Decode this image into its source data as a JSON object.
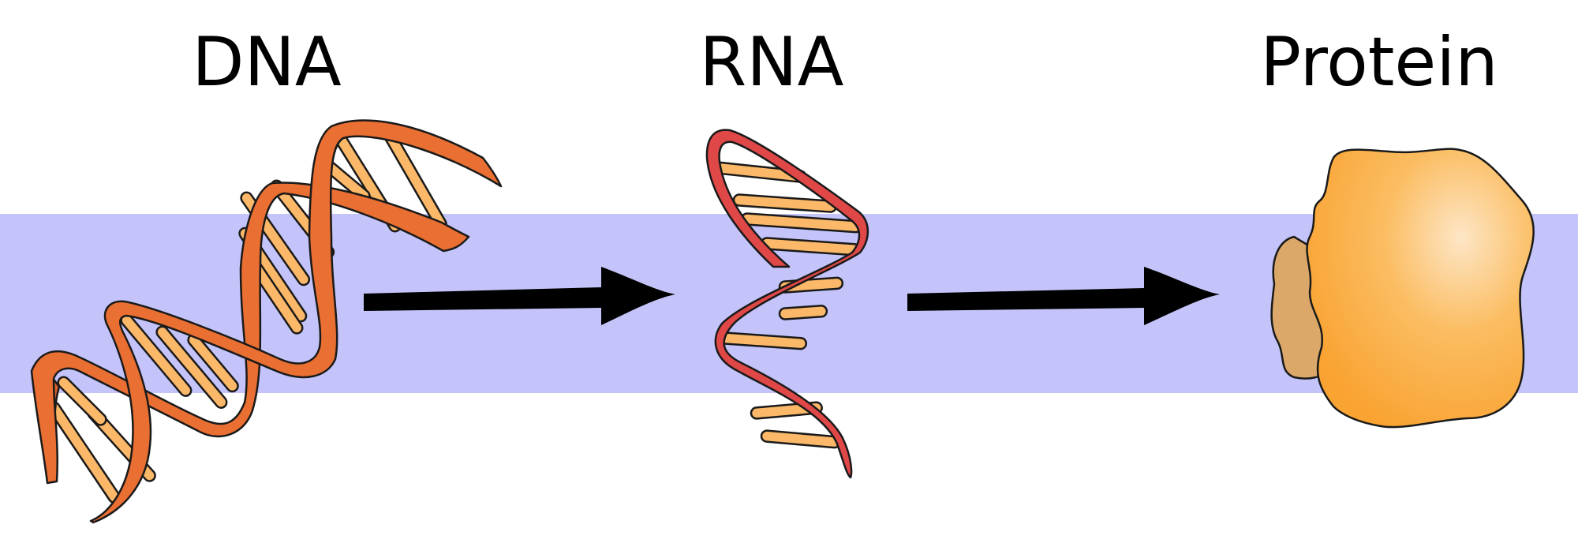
{
  "labels": {
    "dna": "DNA",
    "rna": "RNA",
    "protein": "Protein"
  },
  "colors": {
    "band": "#c4c4fa",
    "dna_backbone": "#e96f32",
    "rna_backbone": "#e04848",
    "base_pair": "#fbb869",
    "protein_main": "#fba83a",
    "protein_highlight": "#fde3c0",
    "protein_shadow": "#dba86a",
    "arrow": "#000000",
    "outline": "#1a1a1a"
  },
  "icons": [
    "dna-helix-icon",
    "arrow-right-icon",
    "rna-strand-icon",
    "protein-blob-icon"
  ]
}
